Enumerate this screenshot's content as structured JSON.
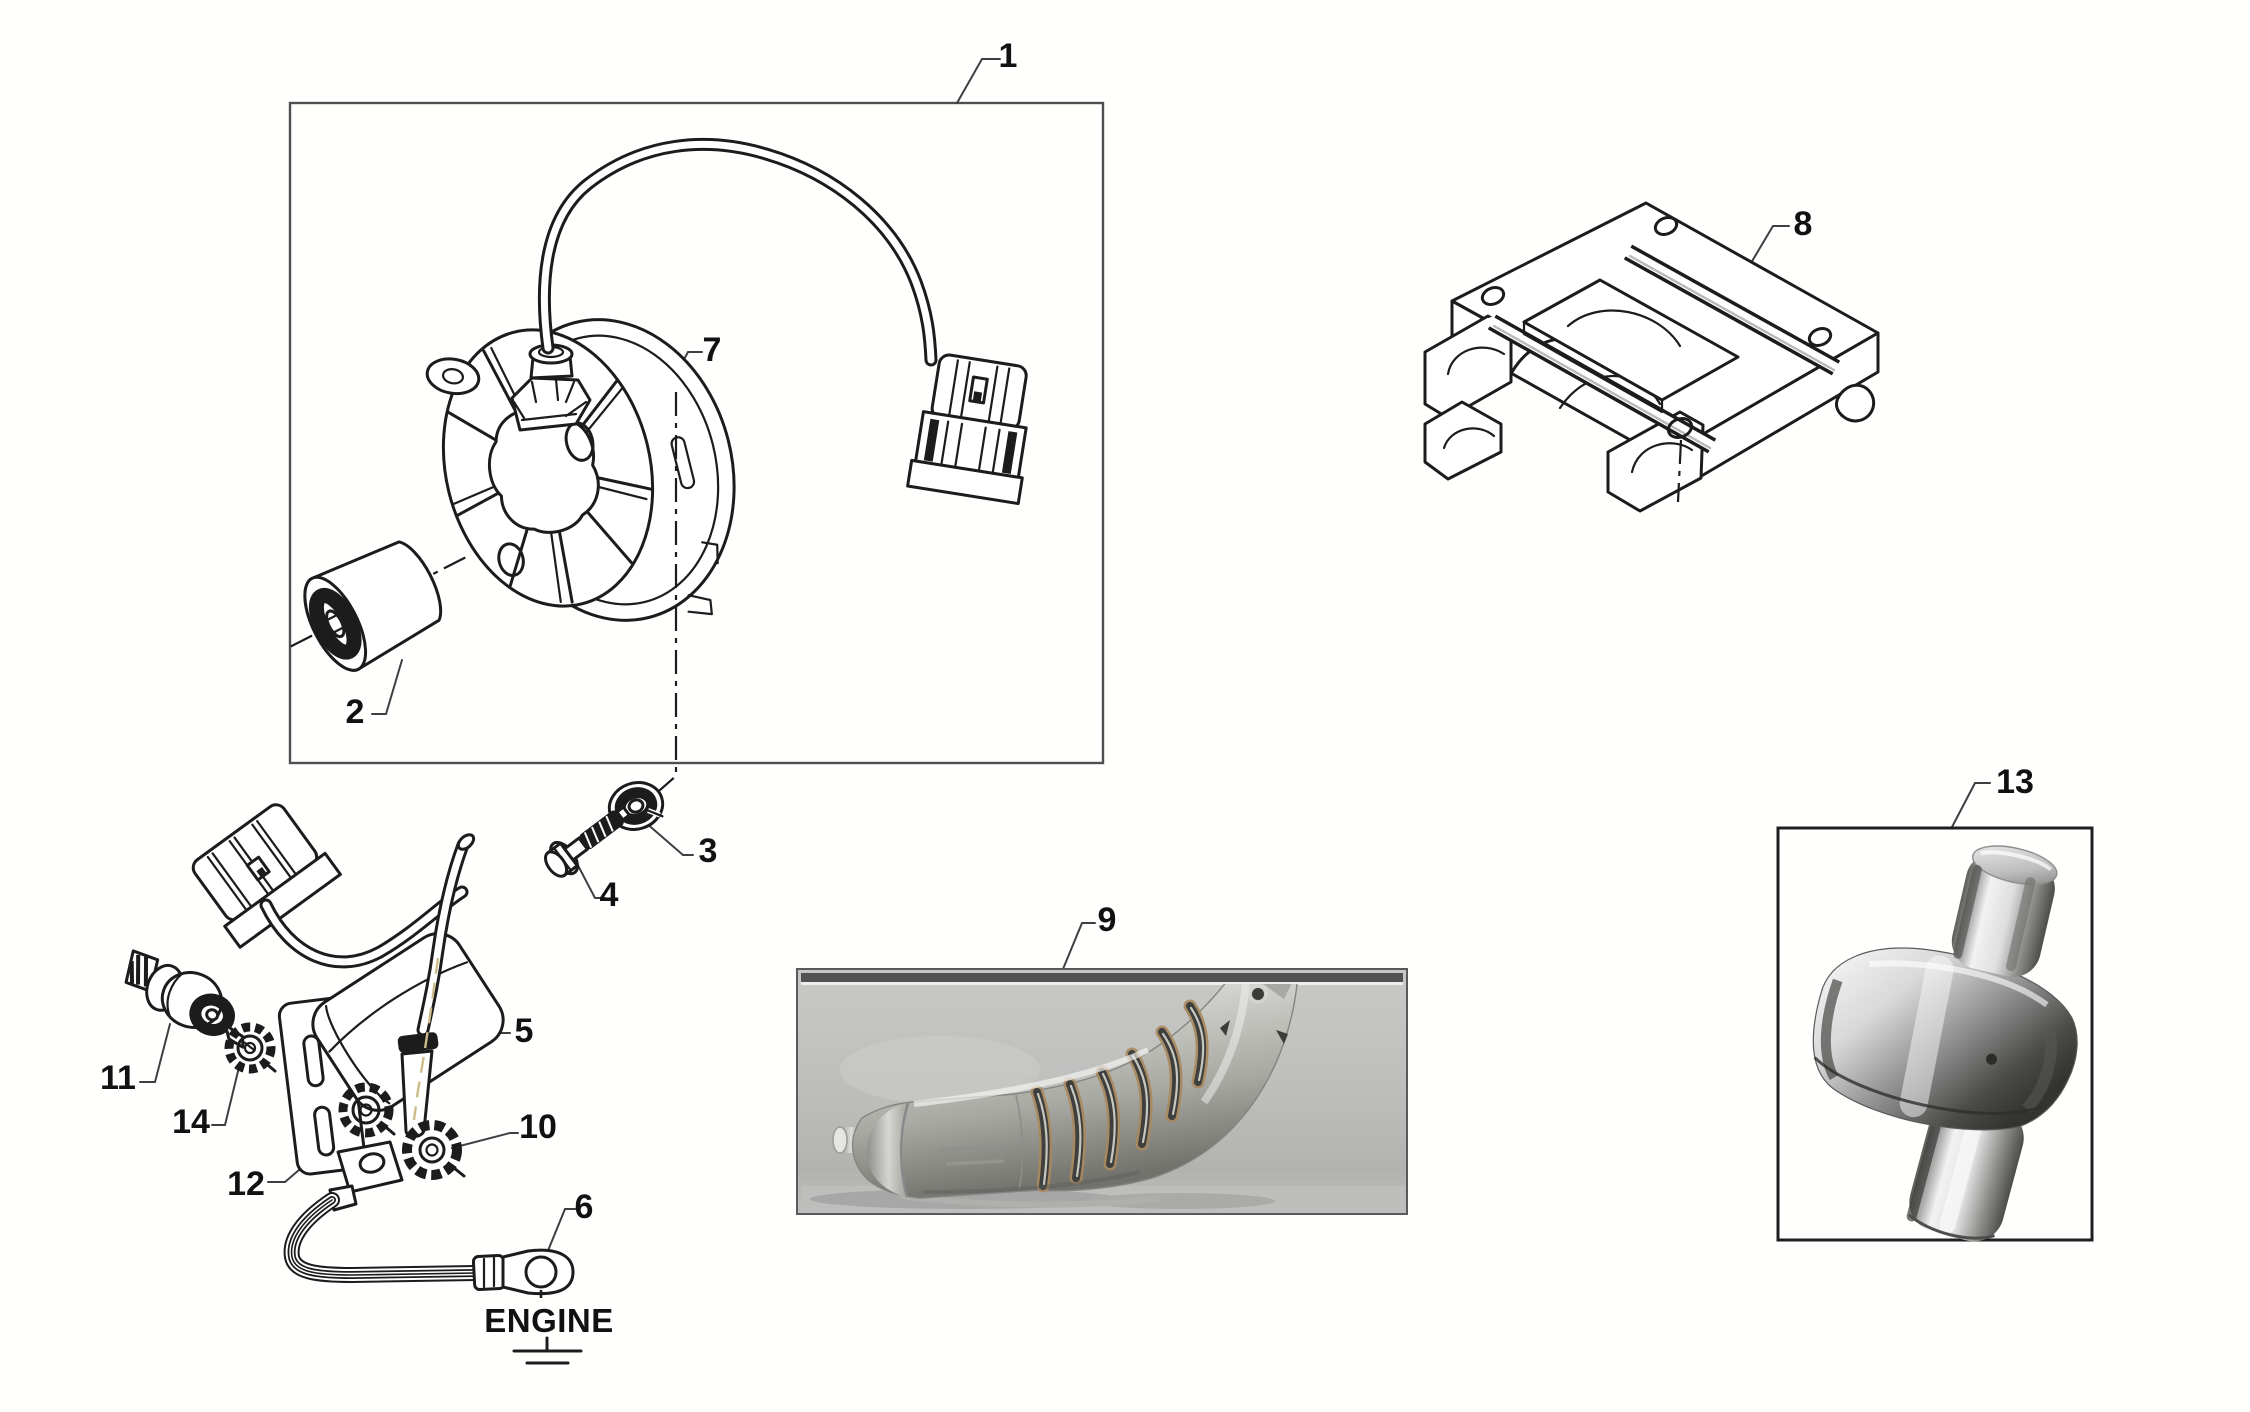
{
  "colors": {
    "line": "#1c1c1c",
    "frame": "#4f4f51",
    "label": "#111111",
    "photo_bar": "#505254",
    "photo_bg_light": "#c9c9c7",
    "photo_bg_dark": "#b2b2b0",
    "steel_hi": "#f2f2f0",
    "steel_mid": "#c0c0bc",
    "steel_lo": "#6d6d67",
    "weld_dark": "#3f3f3d",
    "weld_tint": "#a9895e",
    "chrome_hi": "#f4f4f4",
    "chrome_lo": "#3b3b3b",
    "centerline_tint": "#cdbd8a"
  },
  "callouts": {
    "c1": "1",
    "c2": "2",
    "c3": "3",
    "c4": "4",
    "c5": "5",
    "c6": "6",
    "c7": "7",
    "c8": "8",
    "c9": "9",
    "c10": "10",
    "c11": "11",
    "c12": "12",
    "c13": "13",
    "c14": "14"
  },
  "labels": {
    "engine": "ENGINE"
  }
}
